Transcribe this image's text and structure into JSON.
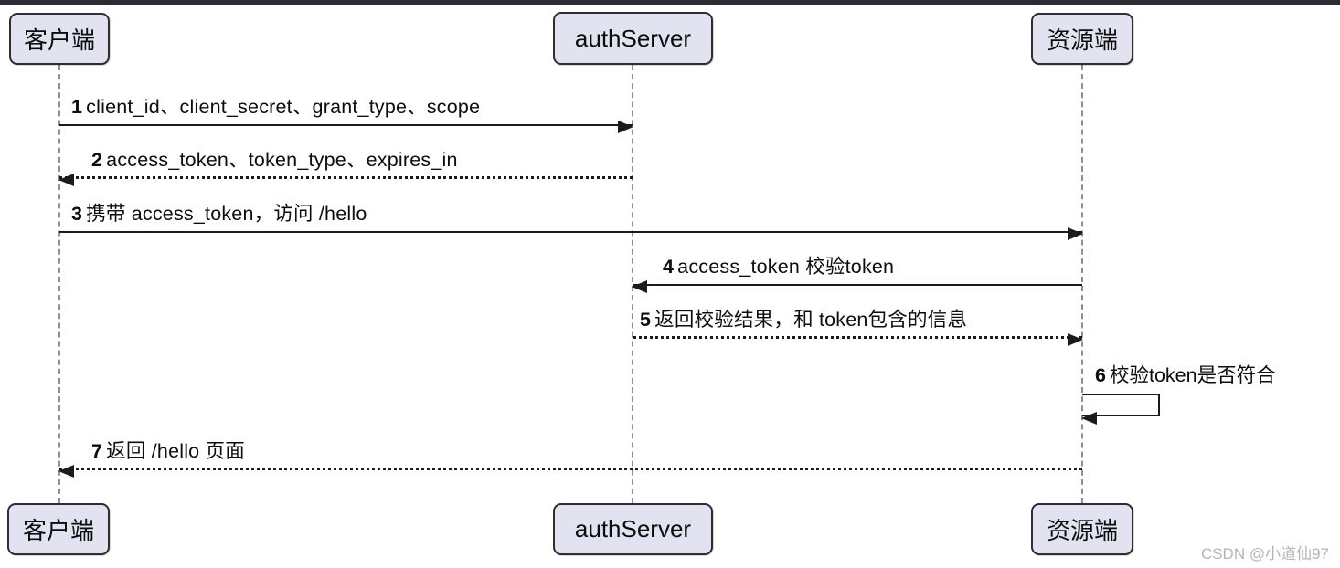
{
  "diagram_type": "sequence-diagram",
  "actors": {
    "client": "客户端",
    "auth": "authServer",
    "resource": "资源端"
  },
  "messages": [
    {
      "num": "1",
      "text": "client_id、client_secret、grant_type、scope",
      "from": "client",
      "to": "auth",
      "style": "solid"
    },
    {
      "num": "2",
      "text": "access_token、token_type、expires_in",
      "from": "auth",
      "to": "client",
      "style": "dotted"
    },
    {
      "num": "3",
      "text": "携带 access_token，访问 /hello",
      "from": "client",
      "to": "resource",
      "style": "solid"
    },
    {
      "num": "4",
      "text": "access_token 校验token",
      "from": "resource",
      "to": "auth",
      "style": "solid"
    },
    {
      "num": "5",
      "text": "返回校验结果，和 token包含的信息",
      "from": "auth",
      "to": "resource",
      "style": "dotted"
    },
    {
      "num": "6",
      "text": "校验token是否符合",
      "from": "resource",
      "to": "resource",
      "style": "self"
    },
    {
      "num": "7",
      "text": "返回 /hello 页面",
      "from": "resource",
      "to": "client",
      "style": "dotted"
    }
  ],
  "watermark": "CSDN @小道仙97",
  "colors": {
    "actor_fill": "#e2e2f0",
    "actor_border": "#2e2e2e",
    "line": "#1b1b1b",
    "lifeline": "#8f8f8f",
    "top_bar": "#2b2d35",
    "watermark": "#b5b5b5"
  }
}
